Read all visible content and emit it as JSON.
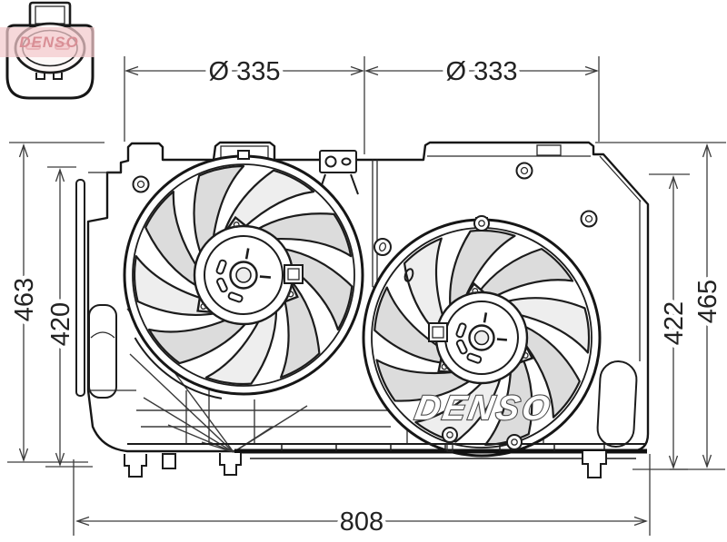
{
  "drawing": {
    "kind": "radiator-cooling-fan-assembly-technical-drawing",
    "brand_watermark": "DENSO",
    "connector_watermark": "DENSO"
  },
  "dimensions": {
    "fan1_diameter": "Ø 335",
    "fan2_diameter": "Ø 333",
    "left_outer_height": "463",
    "left_inner_height": "420",
    "right_inner_height": "422",
    "right_outer_height": "465",
    "overall_width": "808"
  },
  "colors": {
    "line": "#1c1c1c",
    "dimension_line": "#3c3c3c",
    "blade_shading": "#dcdcdc",
    "watermark_band": "#f3c9cc",
    "watermark_text": "#d98f96",
    "background": "#ffffff"
  }
}
